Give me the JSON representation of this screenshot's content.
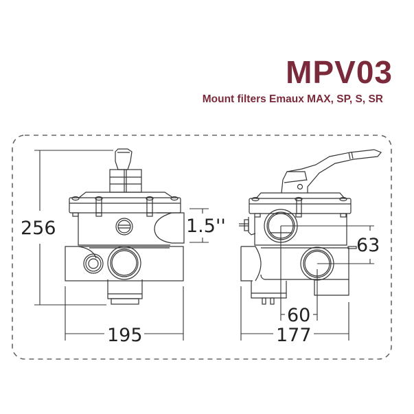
{
  "header": {
    "model": "MPV03",
    "subtitle": "Mount filters Emaux MAX, SP, S, SR"
  },
  "colors": {
    "title": "#7a2a3a",
    "line": "#333333",
    "dashed_border": "#666666"
  },
  "front_view": {
    "height_label": "256",
    "width_label": "195",
    "port_label": "1.5''"
  },
  "side_view": {
    "width_label": "177",
    "port_offset_label": "60",
    "port_height_label": "63"
  }
}
